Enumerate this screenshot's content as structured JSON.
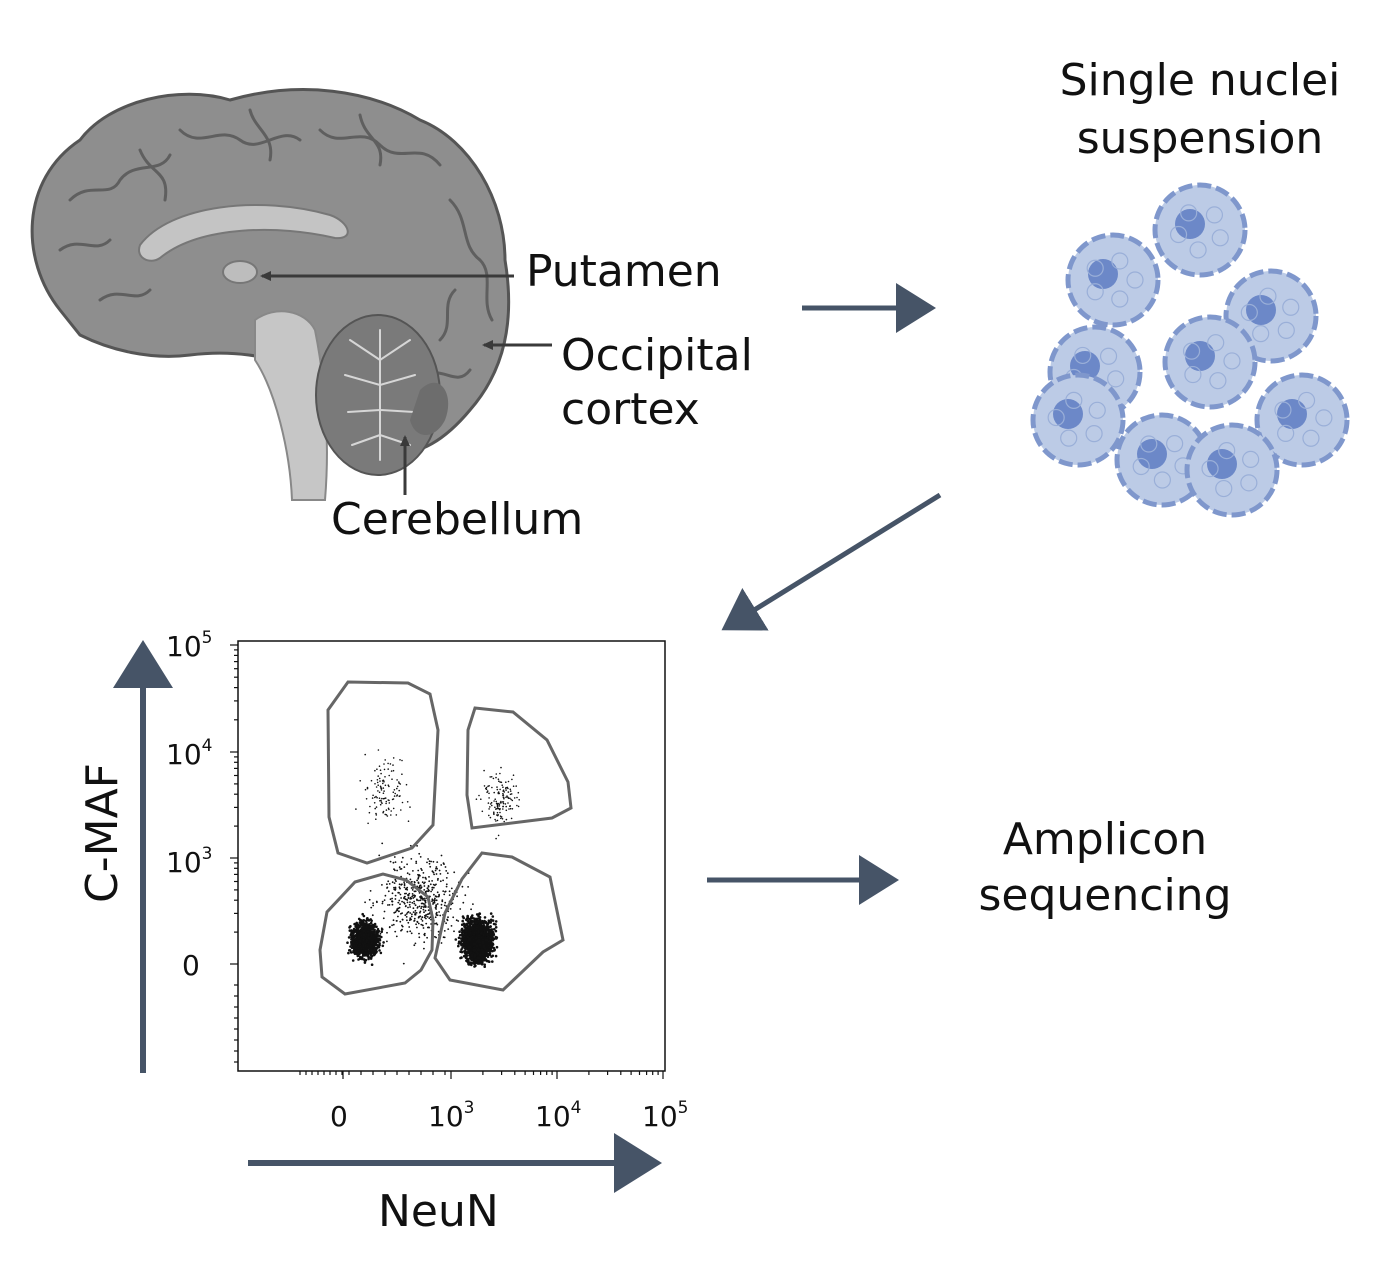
{
  "brain": {
    "labels": {
      "putamen": "Putamen",
      "occipital_cortex": [
        "Occipital",
        "cortex"
      ],
      "cerebellum": "Cerebellum"
    }
  },
  "nuclei": {
    "title_lines": [
      "Single nuclei",
      "suspension"
    ]
  },
  "plot": {
    "x_axis_label": "NeuN",
    "y_axis_label": "C-MAF",
    "x_ticks": [
      {
        "base": "0",
        "exp": ""
      },
      {
        "base": "10",
        "exp": "3"
      },
      {
        "base": "10",
        "exp": "4"
      },
      {
        "base": "10",
        "exp": "5"
      }
    ],
    "y_ticks": [
      {
        "base": "10",
        "exp": "5"
      },
      {
        "base": "10",
        "exp": "4"
      },
      {
        "base": "10",
        "exp": "3"
      },
      {
        "base": "0",
        "exp": ""
      }
    ]
  },
  "output": {
    "title_lines": [
      "Amplicon",
      "sequencing"
    ]
  },
  "colors": {
    "arrow": "#465467",
    "brain_fill": "#8e8e8e",
    "brain_dark": "#6d6d6d",
    "nucleus_fill": "#bccbe6",
    "nucleus_border": "#7f97cc",
    "nucleus_core": "#6c88c8",
    "gate": "#666666"
  }
}
